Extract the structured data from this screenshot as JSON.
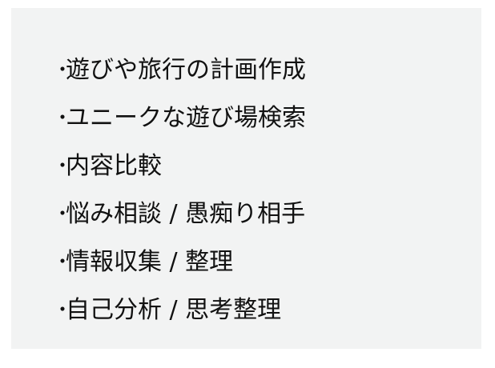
{
  "list": {
    "bullet": "・",
    "items": [
      {
        "label": "遊びや旅行の計画作成"
      },
      {
        "label": "ユニークな遊び場検索"
      },
      {
        "label": "内容比較"
      },
      {
        "label": "悩み相談 / 愚痴り相手"
      },
      {
        "label": "情報収集 / 整理"
      },
      {
        "label": "自己分析 / 思考整理"
      }
    ]
  },
  "colors": {
    "panel_background": "#f2f3f3",
    "text": "#111111",
    "page_background": "#ffffff"
  }
}
